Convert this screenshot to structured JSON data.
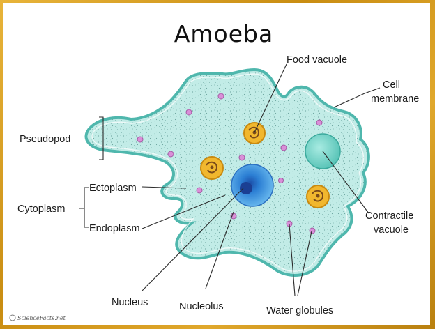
{
  "title": "Amoeba",
  "labels": {
    "food_vacuole": "Food vacuole",
    "cell_membrane_line1": "Cell",
    "cell_membrane_line2": "membrane",
    "pseudopod": "Pseudopod",
    "ectoplasm": "Ectoplasm",
    "cytoplasm": "Cytoplasm",
    "endoplasm": "Endoplasm",
    "contractile_vacuole_line1": "Contractile",
    "contractile_vacuole_line2": "vacuole",
    "nucleus": "Nucleus",
    "nucleolus": "Nucleolus",
    "water_globules": "Water globules"
  },
  "logo": {
    "text": "ScienceFacts.net"
  },
  "colors": {
    "cytoplasm": "#bfeae6",
    "membrane": "#5cc0b8",
    "nucleus": "#2a7fd0",
    "nucleolus": "#1d4fa5",
    "food_vacuole": "#f1b72e",
    "contractile_vacuole": "#7fd8cc",
    "water_globule": "#d98fd8",
    "frame": "#d29a1f"
  }
}
